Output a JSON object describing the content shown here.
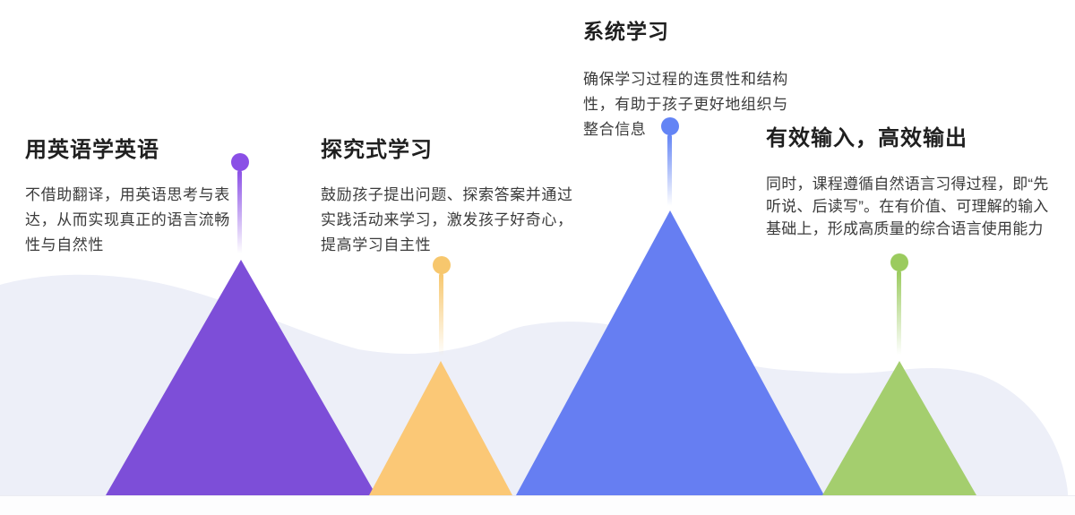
{
  "slide": {
    "background_color": "#ffffff",
    "wave_color": "#edeff8",
    "title_color": "#1f1f1f",
    "body_color": "#3b3b3b"
  },
  "features": [
    {
      "title": "用英语学英语",
      "description": "不借助翻译，用英语思考与表\n达，从而实现真正的语言流畅\n性与自然性",
      "accent_color": "#8a4fe6",
      "mountain_color": "#7d4ed8"
    },
    {
      "title": "探究式学习",
      "description": "鼓励孩子提出问题、探索答案并通过\n实践活动来学习，激发孩子好奇心，\n提高学习自主性",
      "accent_color": "#f7c76d",
      "mountain_color": "#fbc876"
    },
    {
      "title": "系统学习",
      "description": "确保学习过程的连贯性和结构\n性，有助于孩子更好地组织与\n整合信息",
      "accent_color": "#6384f5",
      "mountain_color": "#667ef2"
    },
    {
      "title": "有效输入，高效输出",
      "description": "同时，课程遵循自然语言习得过程，即“先\n听说、后读写”。在有价值、可理解的输入\n基础上，形成高质量的综合语言使用能力",
      "accent_color": "#9bcb5e",
      "mountain_color": "#a4ce6e"
    }
  ]
}
